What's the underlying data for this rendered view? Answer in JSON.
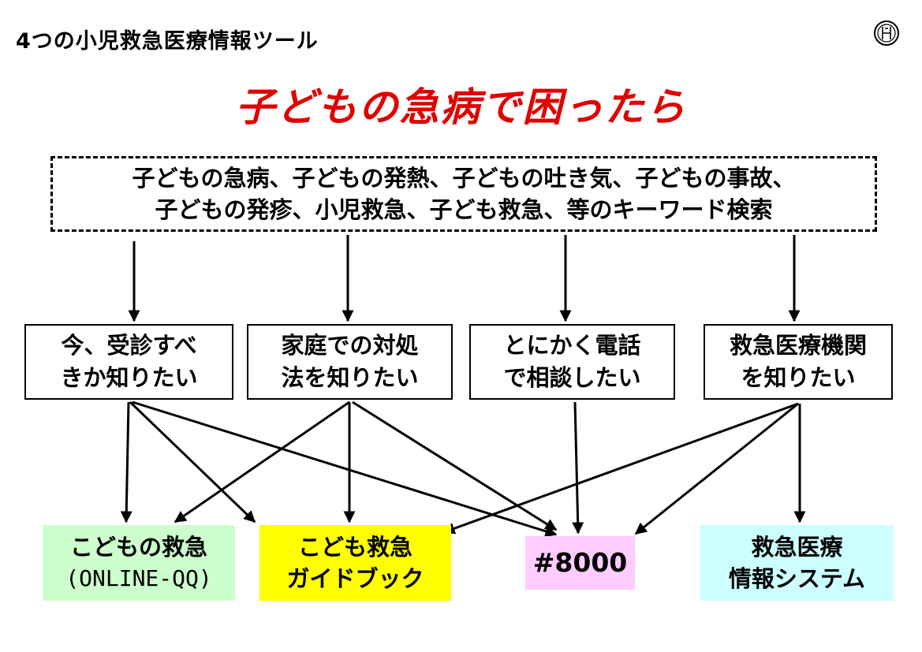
{
  "title": "4つの小児救急医療情報ツール",
  "headline": "子どもの急病で困ったら",
  "keywords": {
    "line1": "子どもの急病、子どもの発熱、子どもの吐き気、子どもの事故、",
    "line2": "子どもの発疹、小児救急、子ども救急、等のキーワード検索"
  },
  "needs": [
    {
      "line1": "今、受診すべ",
      "line2": "きか知りたい"
    },
    {
      "line1": "家庭での対処",
      "line2": "法を知りたい"
    },
    {
      "line1": "とにかく電話",
      "line2": "で相談したい"
    },
    {
      "line1": "救急医療機関",
      "line2": "を知りたい"
    }
  ],
  "tools": [
    {
      "line1": "こどもの救急",
      "line2": "(ONLINE-QQ)",
      "color": "#ccffcc"
    },
    {
      "line1": "こども救急",
      "line2": "ガイドブック",
      "color": "#ffff00"
    },
    {
      "line1": "#8000",
      "line2": "",
      "color": "#ffccff"
    },
    {
      "line1": "救急医療",
      "line2": "情報システム",
      "color": "#ccffff"
    }
  ],
  "colors": {
    "headline": "#e00000",
    "line": "#000000"
  },
  "logo_icon": "circle-emblem-icon"
}
